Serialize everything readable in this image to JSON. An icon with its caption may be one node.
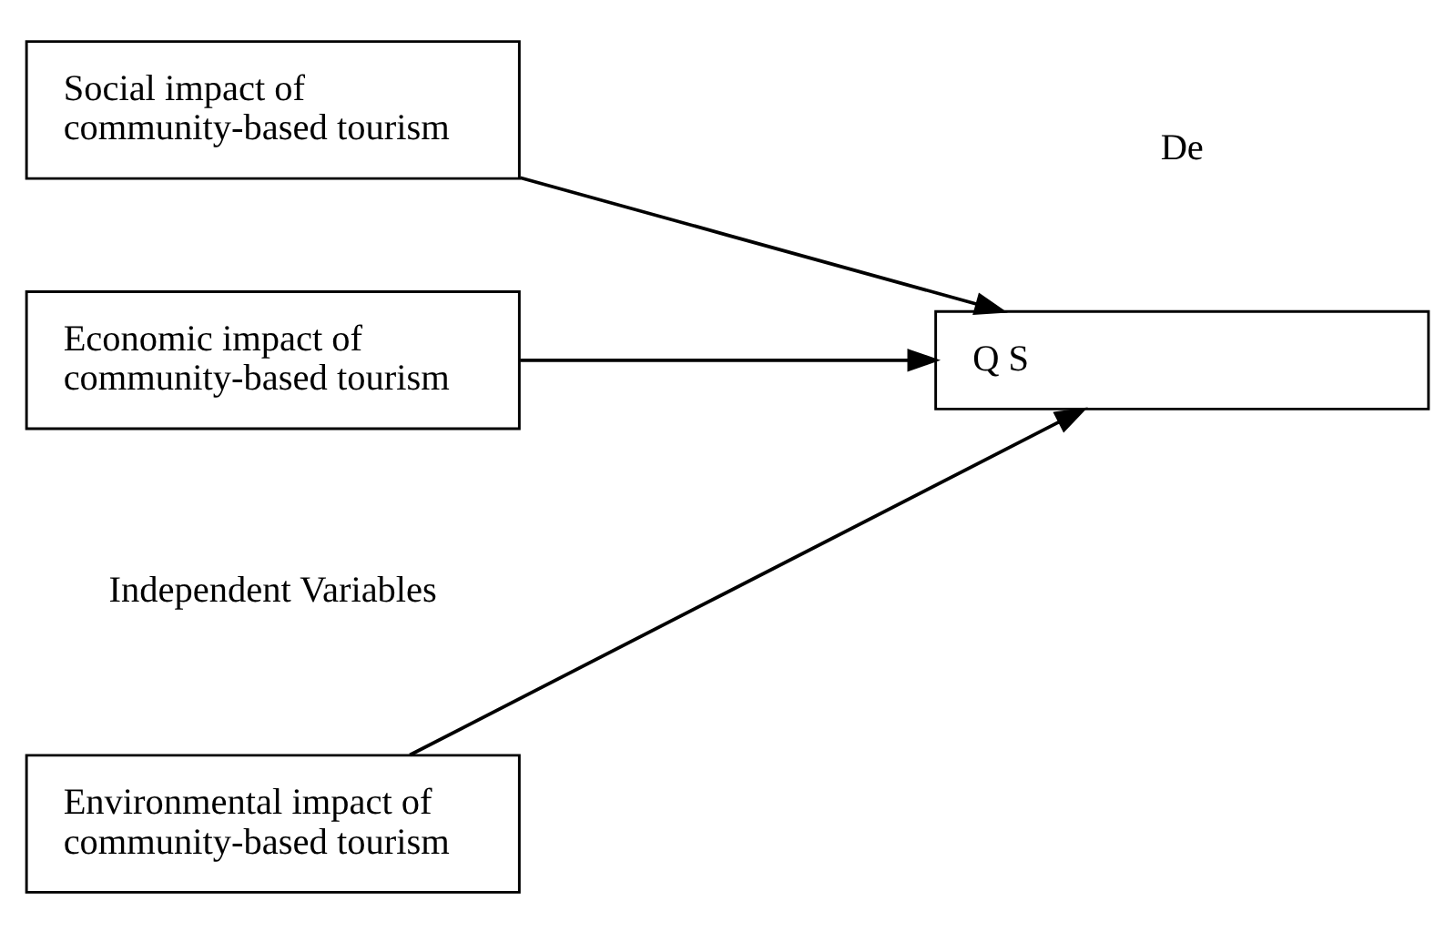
{
  "diagram": {
    "nodes": [
      {
        "text": [
          "Environmental impact of community-based tourism"
        ]
      },
      {
        "text": [
          "Social impact of community-based tourism"
        ]
      },
      {
        "text": [
          "Economic impact of community-based tourism"
        ]
      },
      {
        "text": [
          "Q S"
        ]
      }
    ],
    "edges": [
      {
        "from": 0,
        "to": 3,
        "arrow": "to"
      },
      {
        "from": 1,
        "to": 3,
        "arrow": "to"
      },
      {
        "from": 2,
        "to": 3,
        "arrow": "to"
      }
    ],
    "labels": [
      "Independent Variables",
      "De"
    ]
  }
}
